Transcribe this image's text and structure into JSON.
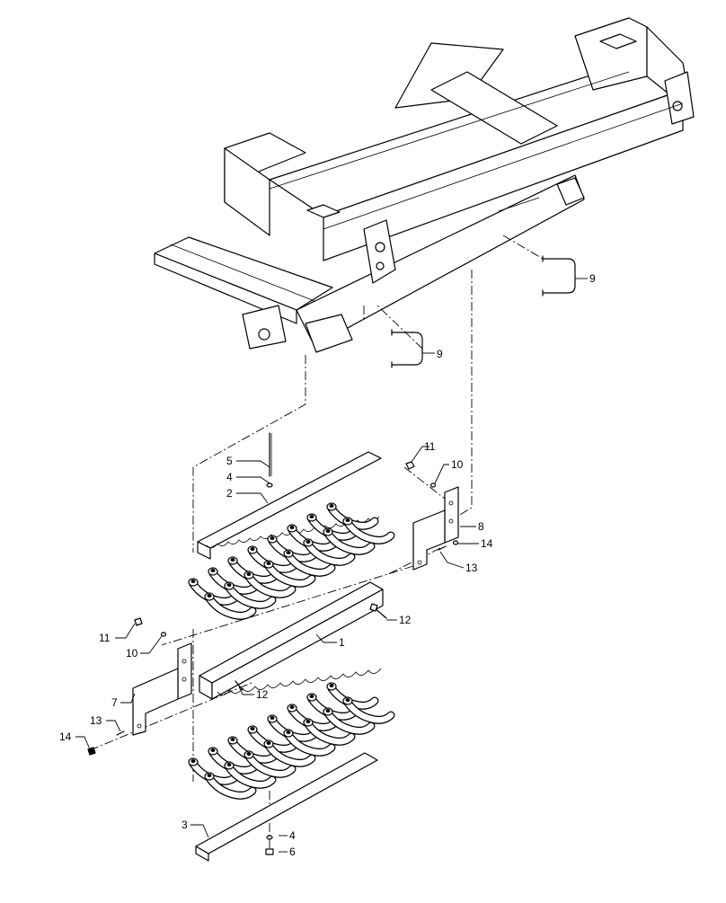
{
  "callouts": [
    {
      "id": "c9a",
      "text": "9"
    },
    {
      "id": "c9b",
      "text": "9"
    },
    {
      "id": "c5",
      "text": "5"
    },
    {
      "id": "c4a",
      "text": "4"
    },
    {
      "id": "c2",
      "text": "2"
    },
    {
      "id": "c11a",
      "text": "11"
    },
    {
      "id": "c10a",
      "text": "10"
    },
    {
      "id": "c8",
      "text": "8"
    },
    {
      "id": "c14a",
      "text": "14"
    },
    {
      "id": "c13a",
      "text": "13"
    },
    {
      "id": "c12a",
      "text": "12"
    },
    {
      "id": "c1",
      "text": "1"
    },
    {
      "id": "c11b",
      "text": "11"
    },
    {
      "id": "c10b",
      "text": "10"
    },
    {
      "id": "c12b",
      "text": "12"
    },
    {
      "id": "c7",
      "text": "7"
    },
    {
      "id": "c13b",
      "text": "13"
    },
    {
      "id": "c14b",
      "text": "14"
    },
    {
      "id": "c3",
      "text": "3"
    },
    {
      "id": "c4b",
      "text": "4"
    },
    {
      "id": "c6",
      "text": "6"
    }
  ]
}
